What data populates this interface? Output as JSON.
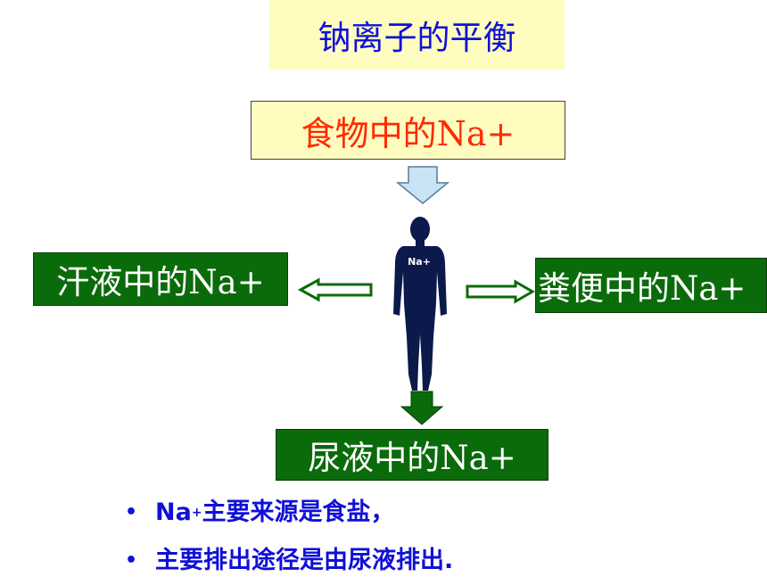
{
  "title": "钠离子的平衡",
  "intake": {
    "label": "食物中的Na+"
  },
  "outputs": {
    "sweat": "汗液中的Na+",
    "feces": "粪便中的Na+",
    "urine": "尿液中的Na+"
  },
  "body_label": "Na+",
  "bullets": [
    {
      "prefix": "Na",
      "sup": "+",
      "text": "主要来源是食盐，"
    },
    {
      "prefix": "",
      "sup": "",
      "text": "主要排出途径是由尿液排出."
    }
  ],
  "colors": {
    "title_text": "#1010d8",
    "yellow_box": "#fefcbf",
    "intake_text": "#ff2a00",
    "green_box": "#0a6b0a",
    "arrow_fill": "#ffffff",
    "arrow_down_fill": "#c8e4f4",
    "body_silhouette": "#0b1a4a"
  },
  "icons": [
    "down-arrow-icon",
    "left-arrow-icon",
    "right-arrow-icon",
    "human-body-icon"
  ]
}
